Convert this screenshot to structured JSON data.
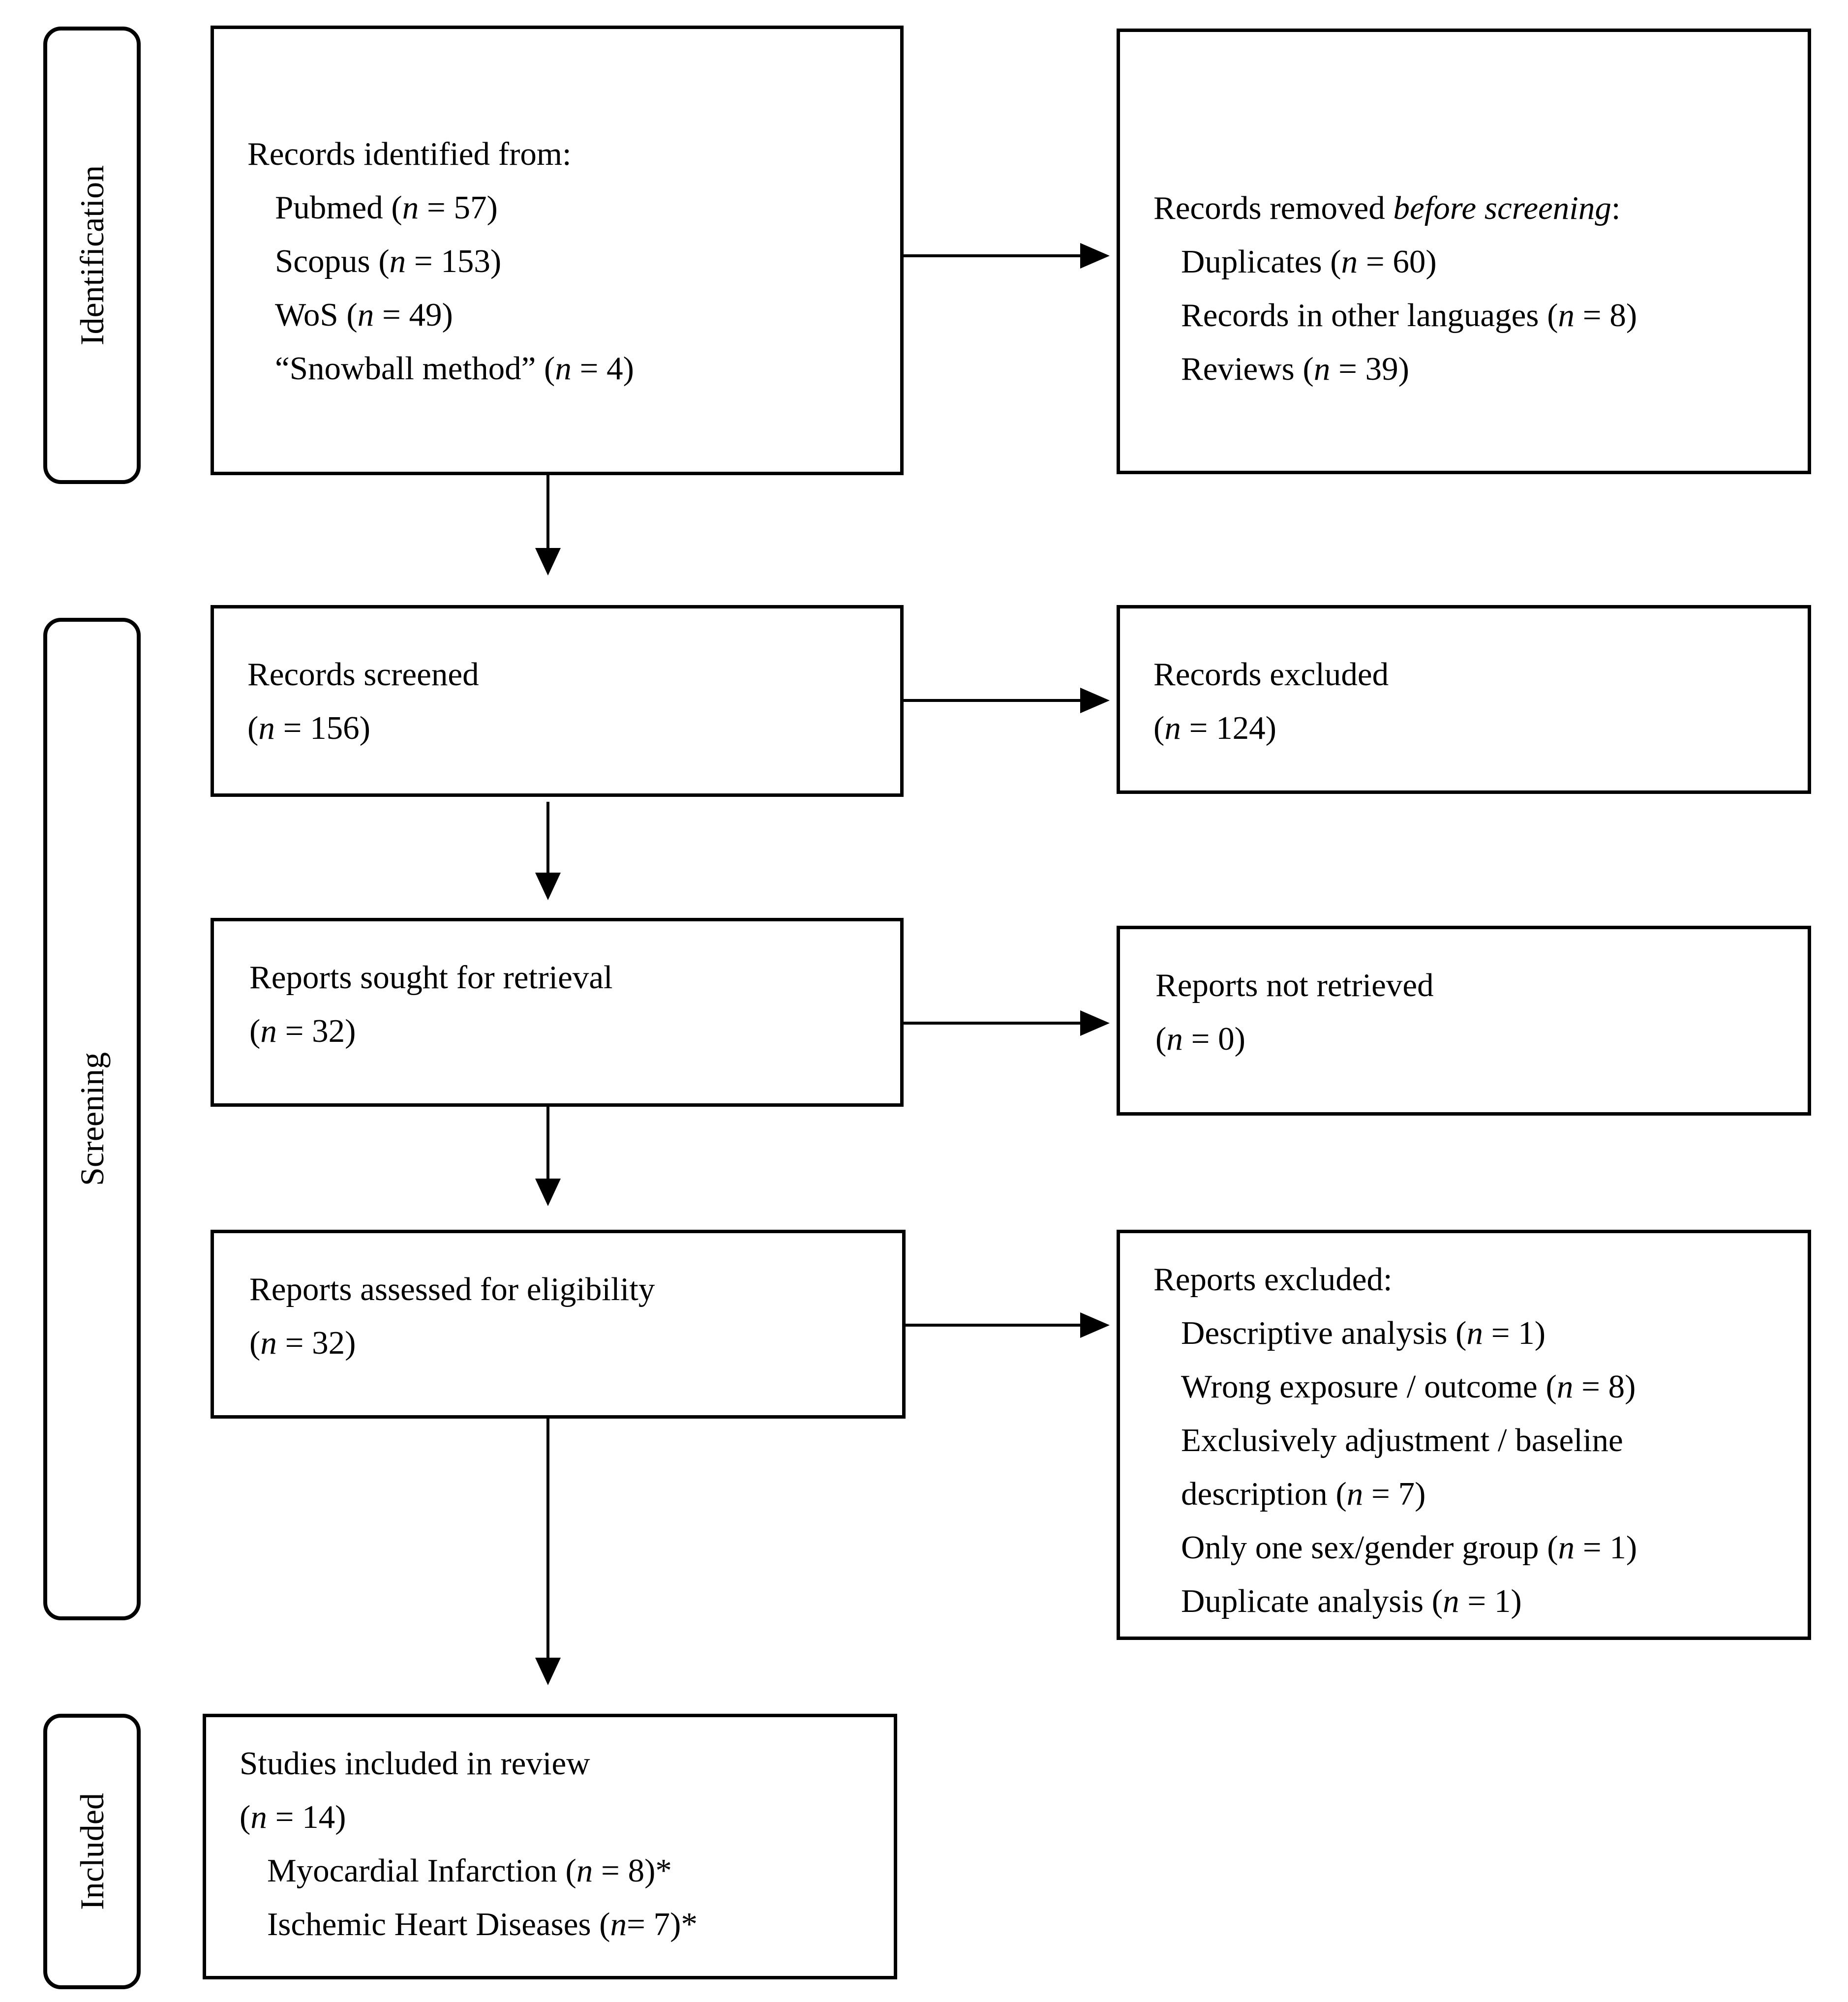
{
  "phases": {
    "identification": "Identification",
    "screening": "Screening",
    "included": "Included"
  },
  "boxes": {
    "identified": {
      "heading": "Records identified from:",
      "items": [
        {
          "label": "Pubmed (",
          "n": "n",
          "value": " = 57)"
        },
        {
          "label": "Scopus (",
          "n": "n",
          "value": " = 153)"
        },
        {
          "label": "WoS (",
          "n": "n",
          "value": " = 49)"
        },
        {
          "label": "“Snowball method” (",
          "n": "n",
          "value": " = 4)"
        }
      ]
    },
    "removed": {
      "heading_prefix": "Records removed ",
      "heading_italic": "before screening",
      "heading_suffix": ":",
      "items": [
        {
          "label": "Duplicates (",
          "n": "n",
          "value": " = 60)"
        },
        {
          "label": "Records in other languages (",
          "n": "n",
          "value": " = 8)"
        },
        {
          "label": "Reviews (",
          "n": "n",
          "value": " = 39)"
        }
      ]
    },
    "screened": {
      "heading": "Records screened",
      "count_prefix": "(",
      "n": "n",
      "count_value": " = 156)"
    },
    "excluded": {
      "heading": "Records excluded",
      "count_prefix": "(",
      "n": "n",
      "count_value": " = 124)"
    },
    "sought": {
      "heading": "Reports sought for retrieval",
      "count_prefix": "(",
      "n": "n",
      "count_value": " = 32)"
    },
    "not_retrieved": {
      "heading": "Reports not retrieved",
      "count_prefix": "(",
      "n": "n",
      "count_value": " = 0)"
    },
    "assessed": {
      "heading": "Reports assessed for eligibility",
      "count_prefix": "(",
      "n": "n",
      "count_value": " = 32)"
    },
    "reports_excluded": {
      "heading": "Reports excluded:",
      "items": [
        {
          "label": "Descriptive analysis (",
          "n": "n",
          "value": " = 1)"
        },
        {
          "label": "Wrong exposure / outcome (",
          "n": "n",
          "value": " = 8)"
        },
        {
          "label": "Exclusively adjustment / baseline",
          "n": "",
          "value": ""
        },
        {
          "label": "description (",
          "n": "n",
          "value": " = 7)"
        },
        {
          "label": "Only one sex/gender group (",
          "n": "n",
          "value": " = 1)"
        },
        {
          "label": "Duplicate analysis (",
          "n": "n",
          "value": " = 1)"
        }
      ]
    },
    "included": {
      "heading": "Studies included in review",
      "count_prefix": "(",
      "n": "n",
      "count_value": " = 14)",
      "items": [
        {
          "label": "Myocardial Infarction  (",
          "n": "n",
          "value": " = 8)*"
        },
        {
          "label": "Ischemic Heart Diseases (",
          "n": "n",
          "value": "= 7)*"
        }
      ]
    }
  }
}
